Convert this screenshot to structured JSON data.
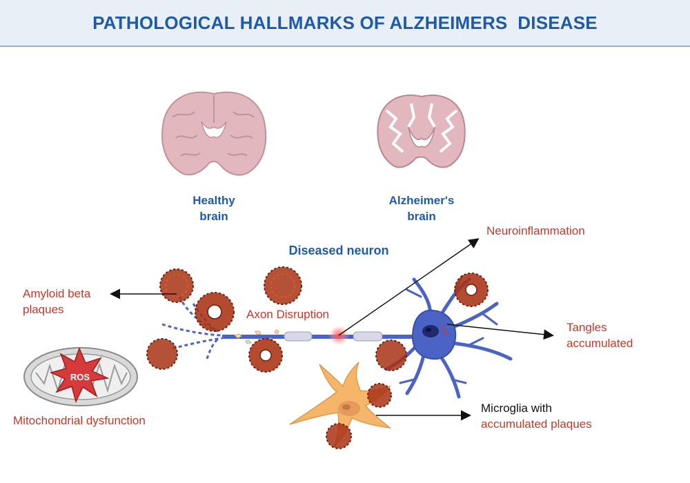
{
  "title": "PATHOLOGICAL HALLMARKS OF ALZHEIMERS  DISEASE",
  "brains": {
    "healthy_line1": "Healthy",
    "healthy_line2": "brain",
    "alz_line1": "Alzheimer's",
    "alz_line2": "brain"
  },
  "neuron": {
    "heading": "Diseased neuron",
    "axon_disruption": "Axon Disruption",
    "neuroinflammation": "Neuroinflammation",
    "tangles_line1": "Tangles",
    "tangles_line2": "accumulated"
  },
  "plaques": {
    "line1": "Amyloid beta",
    "line2": "plaques"
  },
  "mito": {
    "ros": "ROS",
    "label": "Mitochondrial dysfunction"
  },
  "microglia": {
    "line1": "Microglia with",
    "line2": "accumulated plaques"
  },
  "colors": {
    "title": "#1f5aa8",
    "annotation_red": "#c0392b",
    "neuron_blue": "#4a63c4",
    "microglia_orange": "#f5b66a",
    "plaque": "#a83214",
    "brain_pink": "#e2b7bd"
  }
}
